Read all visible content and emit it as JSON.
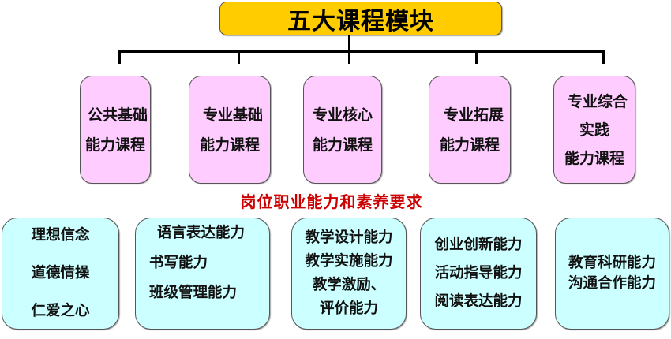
{
  "title": "五大课程模块",
  "modules": [
    {
      "lines": [
        "公共基础",
        "能力课程"
      ]
    },
    {
      "lines": [
        "专业基础",
        "能力课程"
      ]
    },
    {
      "lines": [
        "专业核心",
        "能力课程"
      ]
    },
    {
      "lines": [
        "专业拓展",
        "能力课程"
      ]
    },
    {
      "lines": [
        "专业综合",
        "实践",
        "能力课程"
      ]
    }
  ],
  "requirements_label": "岗位职业能力和素养要求",
  "abilities": [
    {
      "lines": [
        "理想信念",
        "道德情操",
        "仁爱之心"
      ]
    },
    {
      "lines": [
        "语言表达能力",
        "书写能力",
        "班级管理能力"
      ]
    },
    {
      "lines": [
        "教学设计能力",
        "教学实施能力",
        "教学激励、",
        "评价能力"
      ]
    },
    {
      "lines": [
        "创业创新能力",
        "活动指导能力",
        "阅读表达能力"
      ]
    },
    {
      "lines": [
        "教育科研能力",
        "沟通合作能力"
      ]
    }
  ],
  "colors": {
    "title_fill": "#ffcc00",
    "module_fill": "#ffccff",
    "ability_fill": "#ccffff",
    "requirements_text": "#cc0000"
  }
}
